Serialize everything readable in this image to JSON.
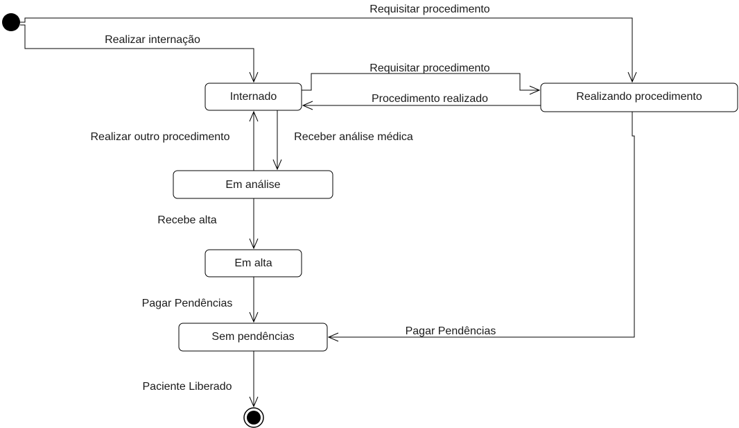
{
  "states": {
    "internado": "Internado",
    "realizando_procedimento": "Realizando procedimento",
    "em_analise": "Em análise",
    "em_alta": "Em alta",
    "sem_pendencias": "Sem pendências"
  },
  "transitions": {
    "start_to_realizando": "Requisitar procedimento",
    "start_to_internado": "Realizar internação",
    "internado_to_realizando": "Requisitar procedimento",
    "realizando_to_internado": "Procedimento realizado",
    "analise_to_internado": "Realizar outro procedimento",
    "internado_to_analise": "Receber análise médica",
    "analise_to_alta": "Recebe alta",
    "alta_to_sem_pendencias": "Pagar Pendências",
    "realizando_to_sem_pendencias": "Pagar Pendências",
    "sem_pendencias_to_final": "Paciente Liberado"
  }
}
